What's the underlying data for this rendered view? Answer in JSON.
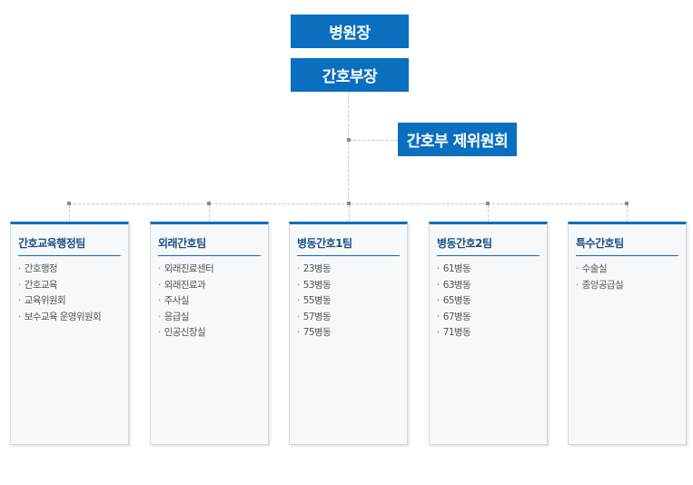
{
  "top": {
    "director": "병원장",
    "nursing_head": "간호부장",
    "committee": "간호부 제위원회"
  },
  "teams": [
    {
      "title": "간호교육행정팀",
      "items": [
        "간호행정",
        "간호교육",
        "교육위원회",
        "보수교육 운영위원회"
      ]
    },
    {
      "title": "외래간호팀",
      "items": [
        "외래진료센터",
        "외래진료과",
        "주사실",
        "응급실",
        "인공신장실"
      ]
    },
    {
      "title": "병동간호1팀",
      "items": [
        "23병동",
        "53병동",
        "55병동",
        "57병동",
        "75병동"
      ]
    },
    {
      "title": "병동간호2팀",
      "items": [
        "61병동",
        "63병동",
        "65병동",
        "67병동",
        "71병동"
      ]
    },
    {
      "title": "특수간호팀",
      "items": [
        "수술실",
        "중앙공급실"
      ]
    }
  ],
  "colors": {
    "accent": "#0b6fbf",
    "title_text": "#1b4f84"
  }
}
